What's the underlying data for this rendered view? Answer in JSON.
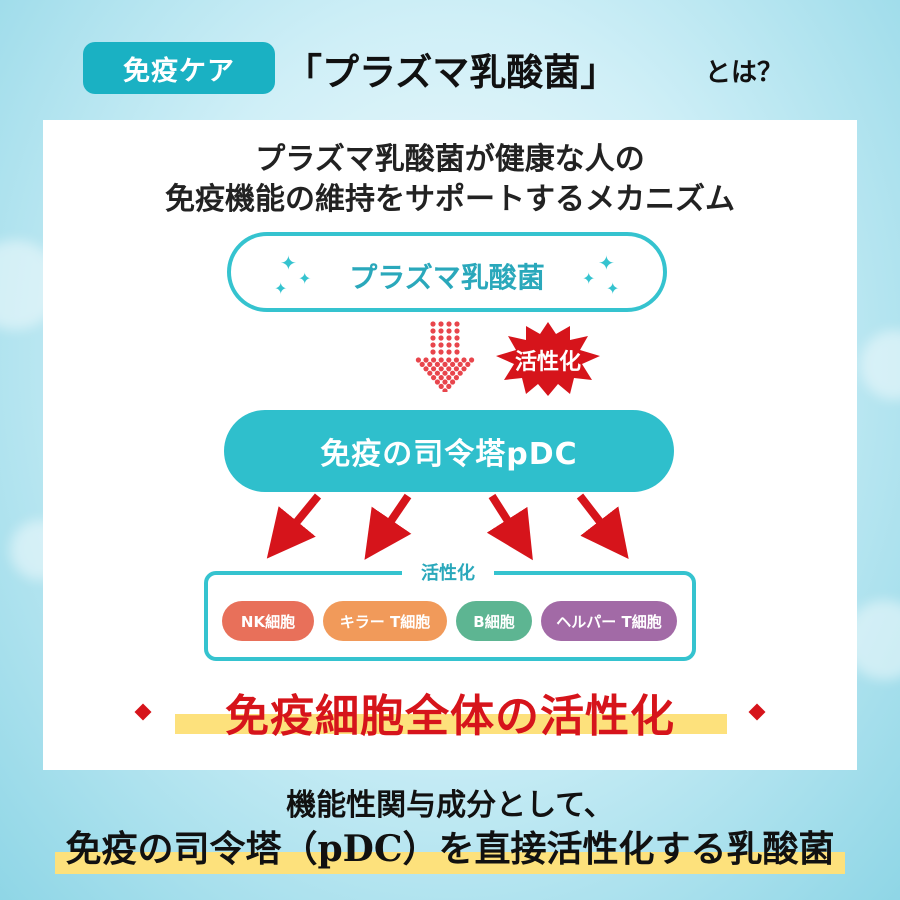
{
  "header": {
    "tag_label": "免疫ケア",
    "title": "「プラズマ乳酸菌」",
    "suffix": "とは？",
    "tag_color": "#1ab1c3"
  },
  "intro": {
    "line1": "プラズマ乳酸菌が健康な人の",
    "line2": "免疫機能の維持をサポートするメカニズム"
  },
  "diagram": {
    "source_label": "プラズマ乳酸菌",
    "activation_label": "活性化",
    "hub_label": "免疫の司令塔pDC",
    "cells_group_label": "活性化",
    "cells": [
      {
        "label": "NK細胞",
        "color": "#e8705a"
      },
      {
        "label": "キラー T細胞",
        "color": "#f19a5a"
      },
      {
        "label": "B細胞",
        "color": "#5db592"
      },
      {
        "label": "ヘルパー T細胞",
        "color": "#a26aa6"
      }
    ],
    "accent_color": "#35c3cf",
    "arrow_color": "#d6141b"
  },
  "result": {
    "text": "免疫細胞全体の活性化"
  },
  "footer": {
    "line1": "機能性関与成分として、",
    "line2": "免疫の司令塔（pDC）を直接活性化する乳酸菌"
  }
}
